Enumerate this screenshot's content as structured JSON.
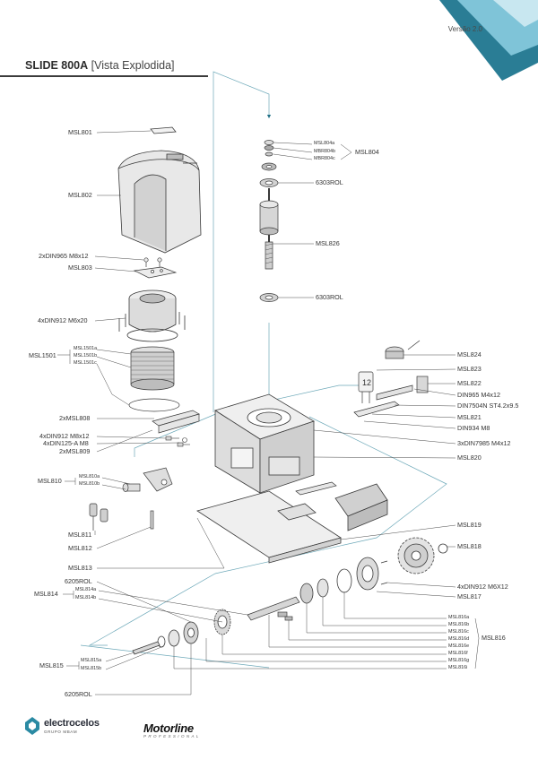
{
  "header": {
    "version": "Versão   2.0",
    "title_bold": "SLIDE 800A",
    "title_sub": " [Vista Explodida]"
  },
  "labels": {
    "msl801": "MSL801",
    "msl802": "MSL802",
    "din965_m8x12": "2xDIN965 M8x12",
    "msl803": "MSL803",
    "din912_m6x20": "4xDIN912 M6x20",
    "msl1501": "MSL1501",
    "msl1501a": "MSL1501a",
    "msl1501b": "MSL1501b",
    "msl1501c": "MSL1501c",
    "msl808": "2xMSL808",
    "din912_m8x12": "4xDIN912 M8x12",
    "din125_m8": "4xDIN125-A M8",
    "msl809": "2xMSL809",
    "msl810": "MSL810",
    "msl810a": "MSL810a",
    "msl810b": "MSL810b",
    "msl811": "MSL811",
    "msl812": "MSL812",
    "msl813": "MSL813",
    "rol6205_top": "6205ROL",
    "msl814": "MSL814",
    "msl814a": "MSL814a",
    "msl814b": "MSL814b",
    "msl815": "MSL815",
    "msl815a": "MSL815a",
    "msl815b": "MSL815b",
    "rol6205_bottom": "6205ROL",
    "msl804a": "MSL804a",
    "msl804b": "MBR804b",
    "msl804c": "MBR804c",
    "msl804": "MSL804",
    "rol6303_top": "6303ROL",
    "msl826": "MSL826",
    "rol6303_bottom": "6303ROL",
    "msl824": "MSL824",
    "msl823": "MSL823",
    "msl822": "MSL822",
    "din965_m4x12": "DIN965 M4x12",
    "din7504n": "DIN7504N ST4.2x9.5",
    "msl821": "MSL821",
    "din934_m8": "DIN934 M8",
    "din7985": "3xDIN7985 M4x12",
    "msl820": "MSL820",
    "msl819": "MSL819",
    "msl818": "MSL818",
    "din912_m6x12": "4xDIN912 M6X12",
    "msl817": "MSL817",
    "msl816": "MSL816",
    "msl816a": "MSL816a",
    "msl816b": "MSL816b",
    "msl816c": "MSL816c",
    "msl816d": "MSL816d",
    "msl816e": "MSL816e",
    "msl816f": "MSL816f",
    "msl816g": "MSL816g",
    "msl816i": "MSL816i",
    "capacitor_mark": "12"
  },
  "footer": {
    "logo1_name": "electrocelos",
    "logo1_tag": "GRUPO MBAM",
    "logo2_name": "Motorline",
    "logo2_tag": "PROFESSIONAL"
  },
  "colors": {
    "accent_dark": "#1f6f86",
    "accent_light": "#9ad0df",
    "leader": "#6ea9b9",
    "line": "#3a3a3a"
  }
}
